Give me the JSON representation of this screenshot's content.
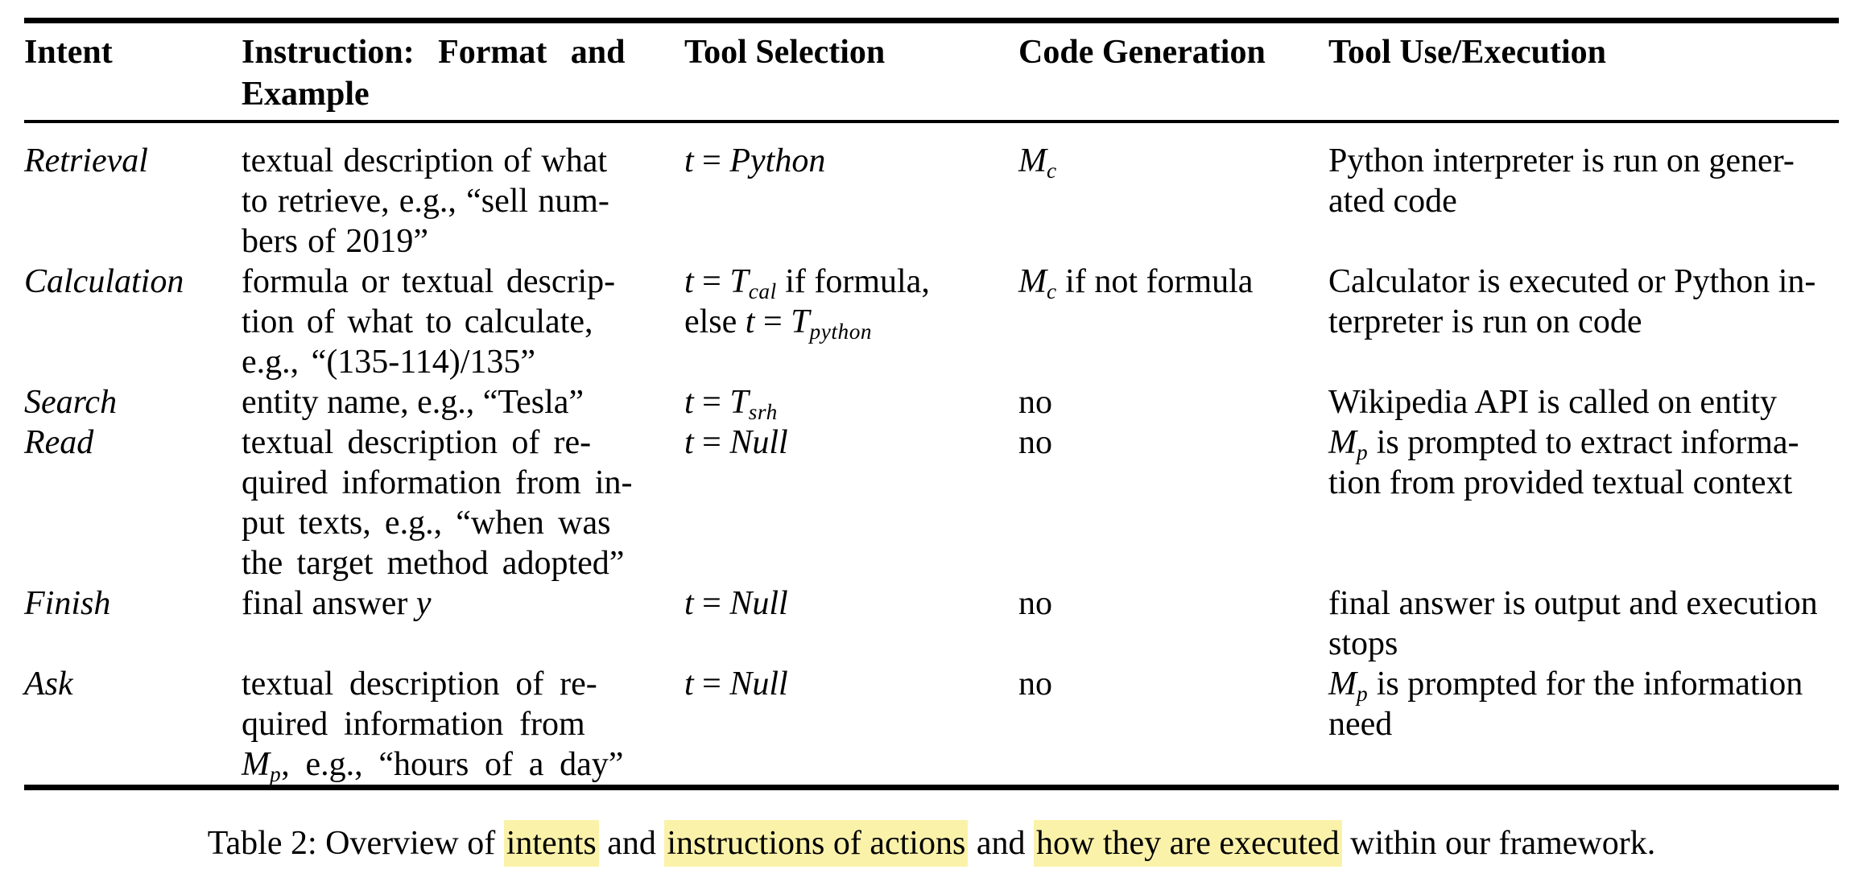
{
  "colors": {
    "highlight": "#FBF2AA",
    "text": "#000000",
    "background": "#ffffff"
  },
  "table": {
    "title_semantic": "Overview of intents and instructions of actions and how they are executed",
    "header": {
      "cells": [
        {
          "segs": [
            {
              "s": "Intent"
            }
          ]
        },
        {
          "ws": "0.45em",
          "segs": [
            {
              "s": "Instruction: Format and"
            },
            {
              "br": true
            },
            {
              "s": "Example"
            }
          ]
        },
        {
          "segs": [
            {
              "s": "Tool Selection"
            }
          ]
        },
        {
          "segs": [
            {
              "s": "Code Generation"
            }
          ]
        },
        {
          "segs": [
            {
              "s": "Tool Use/Execution"
            }
          ]
        }
      ]
    },
    "rows": [
      {
        "cells": [
          {
            "segs": [
              {
                "s": "Retrieval"
              }
            ]
          },
          {
            "ws": "0.04em",
            "segs": [
              {
                "s": "textual description of what"
              },
              {
                "br": true
              },
              {
                "s": "to retrieve, e.g., “sell num-"
              },
              {
                "br": true
              },
              {
                "s": "bers of 2019”"
              }
            ]
          },
          {
            "segs": [
              {
                "s": "t",
                "style": "math"
              },
              {
                "s": " = ",
                "style": "plain"
              },
              {
                "s": "Python",
                "style": "math"
              }
            ]
          },
          {
            "segs": [
              {
                "s": "M",
                "style": "math"
              },
              {
                "s": "c",
                "style": "sub"
              }
            ]
          },
          {
            "segs": [
              {
                "s": "Python interpreter is run on gener-"
              },
              {
                "br": true
              },
              {
                "s": "ated code"
              }
            ]
          }
        ]
      },
      {
        "cells": [
          {
            "segs": [
              {
                "s": "Calculation"
              }
            ]
          },
          {
            "ws": "0.12em",
            "segs": [
              {
                "s": "formula or textual descrip-"
              },
              {
                "br": true
              },
              {
                "s": "tion of what to calculate,"
              },
              {
                "br": true
              },
              {
                "s": "e.g., “(135-114)/135”"
              }
            ]
          },
          {
            "segs": [
              {
                "s": "t",
                "style": "math"
              },
              {
                "s": " = ",
                "style": "plain"
              },
              {
                "s": "T",
                "style": "math"
              },
              {
                "s": "cal",
                "style": "sub"
              },
              {
                "s": " if formula,",
                "style": "plain"
              },
              {
                "br": true
              },
              {
                "s": "else ",
                "style": "plain"
              },
              {
                "s": "t",
                "style": "math"
              },
              {
                "s": " = ",
                "style": "plain"
              },
              {
                "s": "T",
                "style": "math"
              },
              {
                "s": "python",
                "style": "sub"
              }
            ]
          },
          {
            "segs": [
              {
                "s": "M",
                "style": "math"
              },
              {
                "s": "c",
                "style": "sub"
              },
              {
                "s": " if not formula",
                "style": "plain"
              }
            ]
          },
          {
            "segs": [
              {
                "s": "Calculator is executed or Python in-"
              },
              {
                "br": true
              },
              {
                "s": "terpreter is run on code"
              }
            ]
          }
        ]
      },
      {
        "cells": [
          {
            "segs": [
              {
                "s": "Search"
              }
            ]
          },
          {
            "segs": [
              {
                "s": "entity name, e.g., “Tesla”"
              }
            ]
          },
          {
            "segs": [
              {
                "s": "t",
                "style": "math"
              },
              {
                "s": " = ",
                "style": "plain"
              },
              {
                "s": "T",
                "style": "math"
              },
              {
                "s": "srh",
                "style": "sub"
              }
            ]
          },
          {
            "segs": [
              {
                "s": "no"
              }
            ]
          },
          {
            "segs": [
              {
                "s": "Wikipedia API is called on entity"
              }
            ]
          }
        ]
      },
      {
        "cells": [
          {
            "segs": [
              {
                "s": "Read"
              }
            ]
          },
          {
            "ws": "0.16em",
            "segs": [
              {
                "s": "textual description of re-"
              },
              {
                "br": true
              },
              {
                "s": "quired information from in-"
              },
              {
                "br": true
              },
              {
                "s": "put texts, e.g., “when was"
              },
              {
                "br": true
              },
              {
                "s": "the target method adopted”"
              }
            ]
          },
          {
            "segs": [
              {
                "s": "t",
                "style": "math"
              },
              {
                "s": " = ",
                "style": "plain"
              },
              {
                "s": "Null",
                "style": "math"
              }
            ]
          },
          {
            "segs": [
              {
                "s": "no"
              }
            ]
          },
          {
            "segs": [
              {
                "s": "M",
                "style": "math"
              },
              {
                "s": "p",
                "style": "sub"
              },
              {
                "s": " is prompted to extract informa-",
                "style": "plain"
              },
              {
                "br": true
              },
              {
                "s": "tion from provided textual context",
                "style": "plain"
              }
            ]
          }
        ]
      },
      {
        "cells": [
          {
            "segs": [
              {
                "s": "Finish"
              }
            ]
          },
          {
            "segs": [
              {
                "s": "final answer "
              },
              {
                "s": "y",
                "style": "math"
              }
            ]
          },
          {
            "segs": [
              {
                "s": "t",
                "style": "math"
              },
              {
                "s": " = ",
                "style": "plain"
              },
              {
                "s": "Null",
                "style": "math"
              }
            ]
          },
          {
            "segs": [
              {
                "s": "no"
              }
            ]
          },
          {
            "segs": [
              {
                "s": "final answer is output and execution"
              },
              {
                "br": true
              },
              {
                "s": "stops"
              }
            ]
          }
        ]
      },
      {
        "cells": [
          {
            "segs": [
              {
                "s": "Ask"
              }
            ]
          },
          {
            "ws": "0.22em",
            "segs": [
              {
                "s": "textual description of re-"
              },
              {
                "br": true
              },
              {
                "s": "quired information from"
              },
              {
                "br": true
              },
              {
                "s": "M",
                "style": "math"
              },
              {
                "s": "p",
                "style": "sub"
              },
              {
                "s": ", e.g., “hours of a day”",
                "style": "plain"
              }
            ]
          },
          {
            "segs": [
              {
                "s": "t",
                "style": "math"
              },
              {
                "s": " = ",
                "style": "plain"
              },
              {
                "s": "Null",
                "style": "math"
              }
            ]
          },
          {
            "segs": [
              {
                "s": "no"
              }
            ]
          },
          {
            "segs": [
              {
                "s": "M",
                "style": "math"
              },
              {
                "s": "p",
                "style": "sub"
              },
              {
                "s": " is prompted for the information",
                "style": "plain"
              },
              {
                "br": true
              },
              {
                "s": "need",
                "style": "plain"
              }
            ]
          }
        ]
      }
    ]
  },
  "caption": {
    "segs": [
      {
        "s": "Table 2: Overview of "
      },
      {
        "s": "intents",
        "style": "hl"
      },
      {
        "s": " and "
      },
      {
        "s": "instructions of actions",
        "style": "hl"
      },
      {
        "s": " and "
      },
      {
        "s": "how they are executed",
        "style": "hl"
      },
      {
        "s": " within our framework."
      }
    ]
  }
}
